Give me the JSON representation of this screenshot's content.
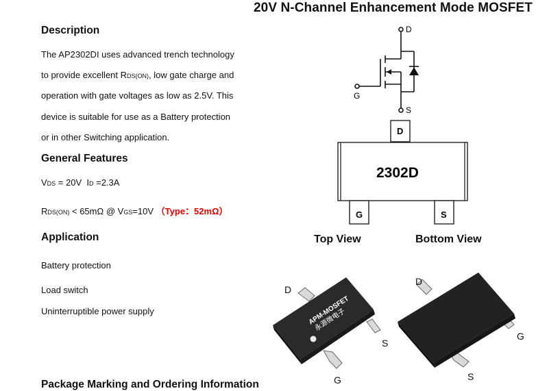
{
  "title": "20V N-Channel Enhancement Mode MOSFET",
  "description": {
    "heading": "Description",
    "lines": [
      [
        "The AP2302DI uses advanced trench technology"
      ],
      [
        "to provide excellent R",
        "DS(ON)",
        ", low gate charge and"
      ],
      [
        "operation with gate voltages as low as 2.5V. This"
      ],
      [
        "device is suitable for use as a Battery protection"
      ],
      [
        "or in other Switching application."
      ]
    ]
  },
  "features": {
    "heading": "General Features",
    "vds_pre": "V",
    "vds_sub": "DS",
    "vds_post": " = 20V  ",
    "id_pre": "I",
    "id_sub": "D",
    "id_post": " =2.3A",
    "rds_pre": "R",
    "rds_sub": "DS(ON)",
    "rds_mid": " < 65mΩ @ V",
    "vgs_sub": "GS",
    "rds_post": "=10V ",
    "typ": "（Type：52mΩ）"
  },
  "application": {
    "heading": "Application",
    "items": [
      "Battery protection",
      "Load switch",
      "Uninterruptible power supply"
    ]
  },
  "footer_heading": "Package Marking and Ordering Information",
  "schematic": {
    "d": "D",
    "g": "G",
    "s": "S"
  },
  "package": {
    "marking": "2302D",
    "pin_top": "D",
    "pin_left": "G",
    "pin_right": "S",
    "top_view": "Top View",
    "bottom_view": "Bottom View"
  },
  "photo_left": {
    "line1": "APM-MOSFET",
    "line2": "永源微电子",
    "d": "D",
    "s": "S",
    "g": "G"
  },
  "photo_right": {
    "d": "D",
    "s": "S",
    "g": "G"
  }
}
